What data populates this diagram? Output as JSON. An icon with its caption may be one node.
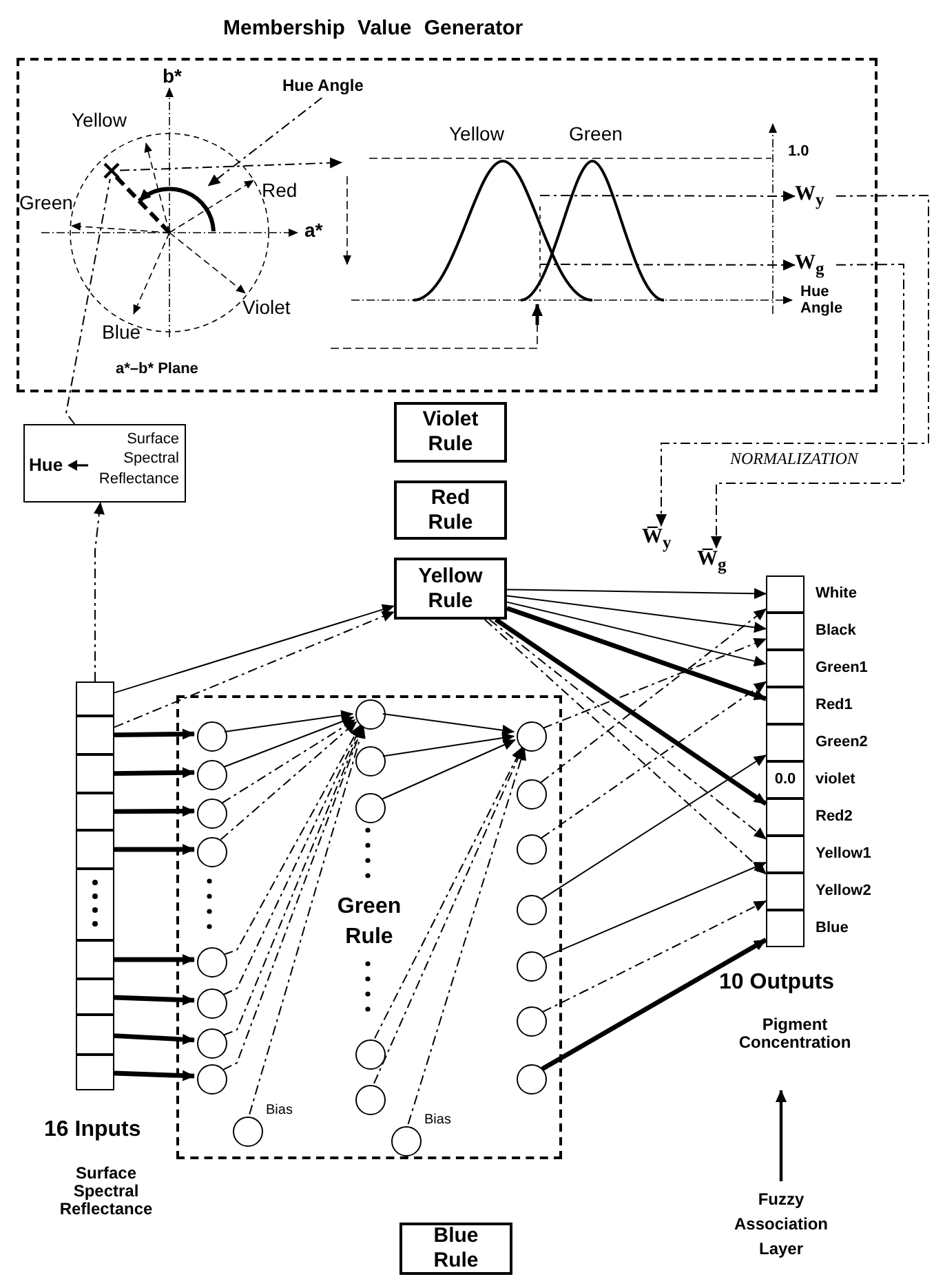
{
  "diagram": {
    "nodes": [
      {
        "text": [
          "Membership Value Generator"
        ]
      },
      {
        "text": [
          "Hue Angle"
        ],
        "in": 0
      },
      {
        "text": [
          "W$_{y}$"
        ],
        "in": 0
      },
      {
        "text": [
          "W$_{g}$"
        ],
        "in": 0
      },
      {
        "text": [
          "Hue",
          "Surface Spectral Reflectance"
        ]
      },
      {
        "text": [
          "Violet Rule"
        ]
      },
      {
        "text": [
          "Red Rule"
        ]
      },
      {
        "text": [
          "Yellow Rule"
        ]
      },
      {
        "text": [
          "W̅$_{y}$"
        ]
      },
      {
        "text": [
          "W̅$_{g}$"
        ]
      },
      {
        "text": [],
        "shape": "box",
        "beside": [
          "White"
        ]
      },
      {
        "text": [],
        "shape": "box",
        "beside": [
          "Black"
        ]
      },
      {
        "text": [],
        "shape": "box",
        "beside": [
          "Green1"
        ]
      },
      {
        "text": [],
        "shape": "box",
        "beside": [
          "Red1"
        ]
      },
      {
        "text": [],
        "shape": "box",
        "beside": [
          "Green2"
        ]
      },
      {
        "text": [
          "0.0"
        ],
        "beside": [
          "violet"
        ]
      },
      {
        "text": [],
        "shape": "box",
        "beside": [
          "Red2"
        ]
      },
      {
        "text": [],
        "shape": "box",
        "beside": [
          "Yellow1"
        ]
      },
      {
        "text": [],
        "shape": "box",
        "beside": [
          "Yellow2"
        ]
      },
      {
        "text": [],
        "shape": "box",
        "beside": [
          "Blue"
        ]
      },
      {
        "text": [],
        "shape": "box"
      },
      {
        "text": [],
        "shape": "box"
      },
      {
        "text": [],
        "shape": "box"
      },
      {
        "text": [],
        "shape": "box"
      },
      {
        "text": [],
        "shape": "box"
      },
      {
        "text": [],
        "shape": "box"
      },
      {
        "text": [],
        "shape": "box"
      },
      {
        "text": [],
        "shape": "box"
      },
      {
        "text": [],
        "shape": "box"
      },
      {
        "text": [],
        "shape": "box"
      },
      {
        "text": [
          "Green Rule"
        ]
      },
      {
        "text": [],
        "shape": "circle",
        "in": 30
      },
      {
        "text": [],
        "shape": "circle",
        "in": 30
      },
      {
        "text": [],
        "shape": "circle",
        "in": 30
      },
      {
        "text": [],
        "shape": "circle",
        "in": 30
      },
      {
        "text": [],
        "shape": "circle",
        "in": 30
      },
      {
        "text": [],
        "shape": "circle",
        "in": 30
      },
      {
        "text": [],
        "shape": "circle",
        "in": 30
      },
      {
        "text": [],
        "shape": "circle",
        "in": 30
      },
      {
        "text": [],
        "shape": "circle",
        "in": 30,
        "beside": [
          "Bias"
        ]
      },
      {
        "text": [],
        "shape": "circle",
        "in": 30
      },
      {
        "text": [],
        "shape": "circle",
        "in": 30
      },
      {
        "text": [],
        "shape": "circle",
        "in": 30
      },
      {
        "text": [],
        "shape": "circle",
        "in": 30
      },
      {
        "text": [],
        "shape": "circle",
        "in": 30
      },
      {
        "text": [],
        "shape": "circle",
        "in": 30,
        "beside": [
          "Bias"
        ]
      },
      {
        "text": [],
        "shape": "circle",
        "in": 30
      },
      {
        "text": [],
        "shape": "circle",
        "in": 30
      },
      {
        "text": [],
        "shape": "circle",
        "in": 30
      },
      {
        "text": [],
        "shape": "circle",
        "in": 30
      },
      {
        "text": [],
        "shape": "circle",
        "in": 30
      },
      {
        "text": [],
        "shape": "circle",
        "in": 30
      },
      {
        "text": [],
        "shape": "circle",
        "in": 30
      },
      {
        "text": [
          "Blue Rule"
        ]
      },
      {
        "text": [],
        "shape": "cross",
        "in": 0
      },
      {
        "text": [],
        "shape": "arc",
        "in": 0
      }
    ],
    "edges": [
      {
        "from": 1,
        "to": 55,
        "arrow": "to",
        "style": "dashed"
      },
      {
        "from": 2,
        "to": 8,
        "arrow": "to",
        "style": "dashed"
      },
      {
        "from": 3,
        "to": 9,
        "arrow": "to",
        "style": "dashed"
      },
      {
        "from": 20,
        "to": 4,
        "arrow": "to",
        "style": "dashed"
      },
      {
        "from": 4,
        "to": 54,
        "arrow": "none",
        "style": "dashed"
      },
      {
        "from": 20,
        "to": 7,
        "arrow": "to"
      },
      {
        "from": 21,
        "to": 7,
        "arrow": "to",
        "style": "dashed"
      },
      {
        "from": 21,
        "to": 31,
        "arrow": "to",
        "style": "thick"
      },
      {
        "from": 22,
        "to": 32,
        "arrow": "to",
        "style": "thick"
      },
      {
        "from": 23,
        "to": 33,
        "arrow": "to",
        "style": "thick"
      },
      {
        "from": 24,
        "to": 34,
        "arrow": "to",
        "style": "thick"
      },
      {
        "from": 26,
        "to": 35,
        "arrow": "to",
        "style": "thick"
      },
      {
        "from": 27,
        "to": 36,
        "arrow": "to",
        "style": "thick"
      },
      {
        "from": 28,
        "to": 37,
        "arrow": "to",
        "style": "thick"
      },
      {
        "from": 29,
        "to": 38,
        "arrow": "to",
        "style": "thick"
      },
      {
        "from": 31,
        "to": 40,
        "arrow": "to"
      },
      {
        "from": 32,
        "to": 40,
        "arrow": "to"
      },
      {
        "from": 33,
        "to": 40,
        "arrow": "to",
        "style": "dashed"
      },
      {
        "from": 34,
        "to": 40,
        "arrow": "to",
        "style": "dashed"
      },
      {
        "from": 35,
        "to": 40,
        "arrow": "to",
        "style": "dashed"
      },
      {
        "from": 36,
        "to": 40,
        "arrow": "to",
        "style": "dashed"
      },
      {
        "from": 37,
        "to": 40,
        "arrow": "to",
        "style": "dashed"
      },
      {
        "from": 38,
        "to": 40,
        "arrow": "to",
        "style": "dashed"
      },
      {
        "from": 39,
        "to": 40,
        "arrow": "to",
        "style": "dashed"
      },
      {
        "from": 40,
        "to": 46,
        "arrow": "to"
      },
      {
        "from": 41,
        "to": 46,
        "arrow": "to"
      },
      {
        "from": 42,
        "to": 46,
        "arrow": "to"
      },
      {
        "from": 43,
        "to": 46,
        "arrow": "to",
        "style": "dashed"
      },
      {
        "from": 44,
        "to": 46,
        "arrow": "to",
        "style": "dashed"
      },
      {
        "from": 45,
        "to": 46,
        "arrow": "to",
        "style": "dashed"
      },
      {
        "from": 7,
        "to": 10,
        "arrow": "to"
      },
      {
        "from": 7,
        "to": 11,
        "arrow": "to"
      },
      {
        "from": 7,
        "to": 12,
        "arrow": "to"
      },
      {
        "from": 7,
        "to": 13,
        "arrow": "to",
        "style": "thick"
      },
      {
        "from": 7,
        "to": 16,
        "arrow": "to",
        "style": "thick"
      },
      {
        "from": 7,
        "to": 17,
        "arrow": "to",
        "style": "dashed"
      },
      {
        "from": 7,
        "to": 18,
        "arrow": "to",
        "style": "dashed"
      },
      {
        "from": 46,
        "to": 11,
        "arrow": "to",
        "style": "dashed"
      },
      {
        "from": 47,
        "to": 10,
        "arrow": "to",
        "style": "dashed"
      },
      {
        "from": 48,
        "to": 12,
        "arrow": "to",
        "style": "dashed"
      },
      {
        "from": 49,
        "to": 14,
        "arrow": "to"
      },
      {
        "from": 50,
        "to": 17,
        "arrow": "to"
      },
      {
        "from": 51,
        "to": 18,
        "arrow": "to",
        "style": "dashed"
      },
      {
        "from": 52,
        "to": 19,
        "arrow": "to",
        "style": "thick"
      },
      {
        "from": 54,
        "to": null,
        "arrow": "to",
        "style": "dashed"
      },
      {
        "from": null,
        "to": 2,
        "arrow": "to",
        "style": "dashed"
      },
      {
        "from": null,
        "to": 3,
        "arrow": "to",
        "style": "dashed"
      }
    ],
    "labels": [
      "b*",
      "Yellow",
      "Red",
      "Green",
      "a*",
      "Violet",
      "Blue",
      "a*–b* Plane",
      "Yellow",
      "Green",
      "1.0",
      "Hue Angle",
      "NORMALIZATION",
      "16 Inputs",
      "Surface Spectral Reflectance",
      "10 Outputs",
      "Pigment Concentration",
      "Fuzzy Association Layer"
    ]
  }
}
